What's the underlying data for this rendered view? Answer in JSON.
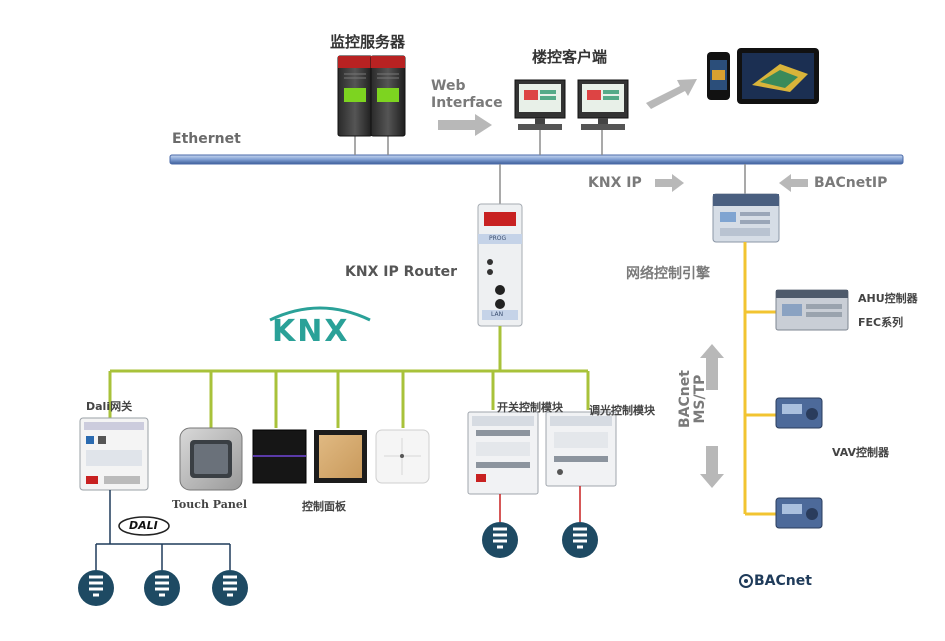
{
  "labels": {
    "monitor_server": "监控服务器",
    "web_interface": "Web\nInterface",
    "building_client": "楼控客户端",
    "ethernet": "Ethernet",
    "knx_ip": "KNX IP",
    "bacnet_ip": "BACnetIP",
    "knx_ip_router": "KNX IP Router",
    "network_engine": "网络控制引擎",
    "knx_logo": "KNX",
    "dali_gateway": "Dali网关",
    "dali_logo": "DALI",
    "touch_panel": "Touch Panel",
    "control_panel": "控制面板",
    "switch_module": "开关控制模块",
    "dimming_module": "调光控制模块",
    "bacnet_mstp": "BACnet\nMS/TP",
    "ahu_controller": "AHU控制器",
    "fec_series": "FEC系列",
    "vav_controller": "VAV控制器",
    "bacnet_logo": "BACnet",
    "router_prog": "PROG",
    "router_lan": "LAN"
  },
  "colors": {
    "ethernet_bar": "#7f9ed2",
    "knx_bus": "#a8c23a",
    "mstp_bus": "#f2c431",
    "arrow": "#b8b8b8",
    "bulb": "#1e4a63",
    "knx_logo": "#2aa198",
    "dali_wire": "#1f3b5a"
  }
}
